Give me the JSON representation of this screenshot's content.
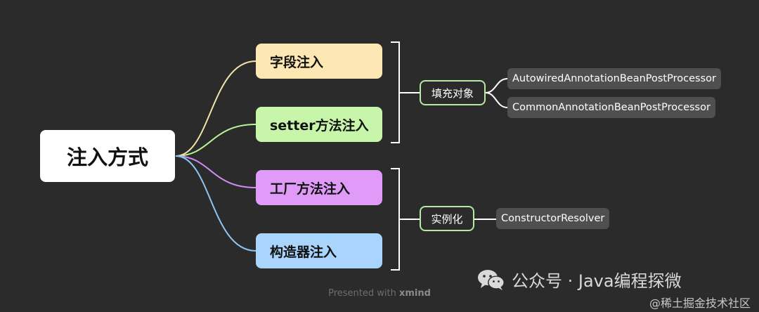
{
  "diagram": {
    "root": {
      "label": "注入方式"
    },
    "branches": [
      {
        "label": "字段注入",
        "color": "#fde8b3",
        "line_color": "#f3e3a8"
      },
      {
        "label": "setter方法注入",
        "color": "#c7f5a9",
        "line_color": "#b9f19c"
      },
      {
        "label": "工厂方法注入",
        "color": "#e09bf8",
        "line_color": "#d38af5"
      },
      {
        "label": "构造器注入",
        "color": "#a9d5fc",
        "line_color": "#8ec6f6"
      }
    ],
    "groups": [
      {
        "label": "填充对象",
        "children": [
          "AutowiredAnnotationBeanPostProcessor",
          "CommonAnnotationBeanPostProcessor"
        ]
      },
      {
        "label": "实例化",
        "children": [
          "ConstructorResolver"
        ]
      }
    ]
  },
  "footer": {
    "presented_with": "Presented with",
    "brand": "xmind"
  },
  "watermark": {
    "text": "公众号 · Java编程探微",
    "icon": "wechat-icon"
  },
  "corner_mark": "@稀土掘金技术社区",
  "colors": {
    "background": "#2b2b2b",
    "bracket": "#ffffff",
    "group_border": "#b7eaa0",
    "leaf_bg": "#4f4f4f"
  }
}
